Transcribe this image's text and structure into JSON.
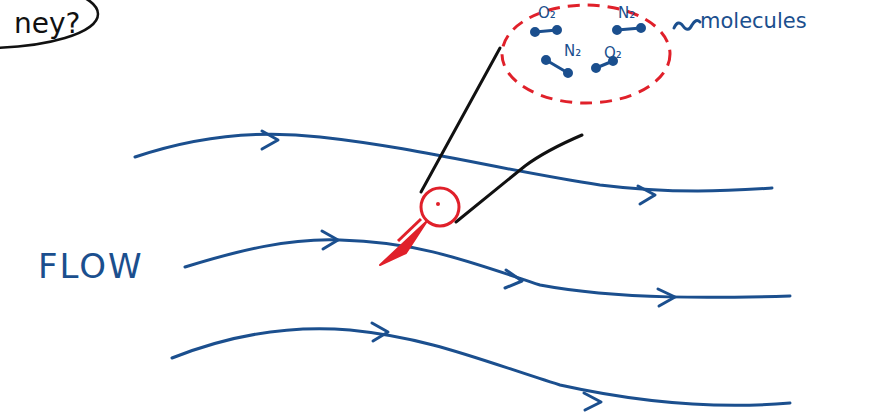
{
  "diagram": {
    "nodes": [
      {
        "text": [
          "ney?"
        ]
      },
      {
        "text": [
          "O₂",
          "N₂",
          "N₂",
          "O₂"
        ]
      }
    ],
    "labels": [
      "molecules",
      "FLOW"
    ]
  }
}
